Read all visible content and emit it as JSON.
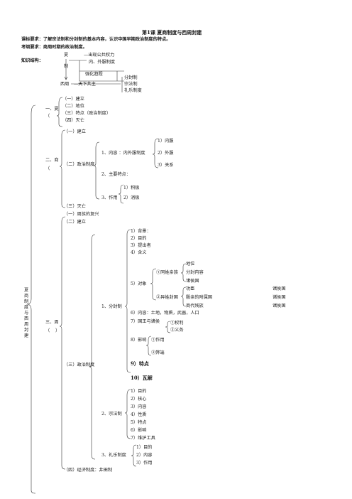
{
  "header": {
    "title": "第1课 夏商制度与西周封建",
    "course_requirement": "课标要求：了解宗法制和分封制的基本内容，认识中国早期政治制度的特点。",
    "exam_requirement": "考纲要求：商周时期的政治制度。",
    "structure_label": "知识结构："
  },
  "structure_diagram": {
    "xia": "夏",
    "xia_arrow": "—出现公共权力",
    "zhi": "制",
    "nei_wai": "内、外服制度",
    "qianghua": "强化趋程",
    "fenfeng": "分封制",
    "xizhou": "西周",
    "tianxia": "—天下共主",
    "zongfa": "宗法制",
    "liyue": "礼乐制度"
  },
  "side_title": "夏商制度与西周封建",
  "xia": {
    "label": "一、夏",
    "paren": "（",
    "items": [
      "（一）建立",
      "（二）地位",
      "（三）特点（政治制度）",
      "（四）灭亡"
    ]
  },
  "shang": {
    "label": "二、商",
    "paren": "（",
    "s1": "（一）建立",
    "s2": "（二）政治制度",
    "inner": "1、内容 ：内外服制度",
    "nei": [
      "1）内服",
      "2）外服",
      "3）关系"
    ],
    "tedian": "2、主要特点：",
    "zuoyong": "3、作用",
    "zy": [
      "1）积极",
      "2）消极"
    ],
    "s3": "（三）灭亡"
  },
  "zhou": {
    "label": "三、周",
    "paren": "（",
    "paren_close": "）",
    "s1": "（一）周族的复兴",
    "s2": "（二）建立",
    "s3": "（三）政治制度",
    "fenfeng": "1、分封制",
    "ff_items": [
      "1）背景：",
      "2）目的",
      "3）提出者",
      "4）含义"
    ],
    "duixiang": "5）对象",
    "tongxing": "①同姓亲族",
    "yixing": "②异姓封国",
    "diwei": "地位",
    "fenfeng_neirong": "分封内容",
    "zhuhou": "诸侯国",
    "gongchen": "功臣",
    "fushun": "殷亲的附属国",
    "gudai": "商代残族",
    "zhuhou_r": [
      "诸侯国",
      "诸侯国",
      "诸侯国"
    ],
    "item6": "6）内容：土地，物质，武器，人口",
    "item7": "7）国王与诸侯",
    "rel": [
      "①权利",
      "②义务"
    ],
    "item8": "8）影响",
    "eff": [
      "①作用",
      "②弊端"
    ],
    "item9": "9）特点",
    "item10": "10）瓦解",
    "zongfa": "2、宗法制",
    "zf_items": [
      "1）目的",
      "2）核心",
      "3）内容",
      "4）性质",
      "5）特点",
      "6）影响",
      "7）维护工具"
    ],
    "liyue": "3、礼乐制度",
    "ly_items": [
      "1）目的",
      "2）内容",
      "3）作用"
    ],
    "s4": "（四）经济制度：井田制"
  }
}
